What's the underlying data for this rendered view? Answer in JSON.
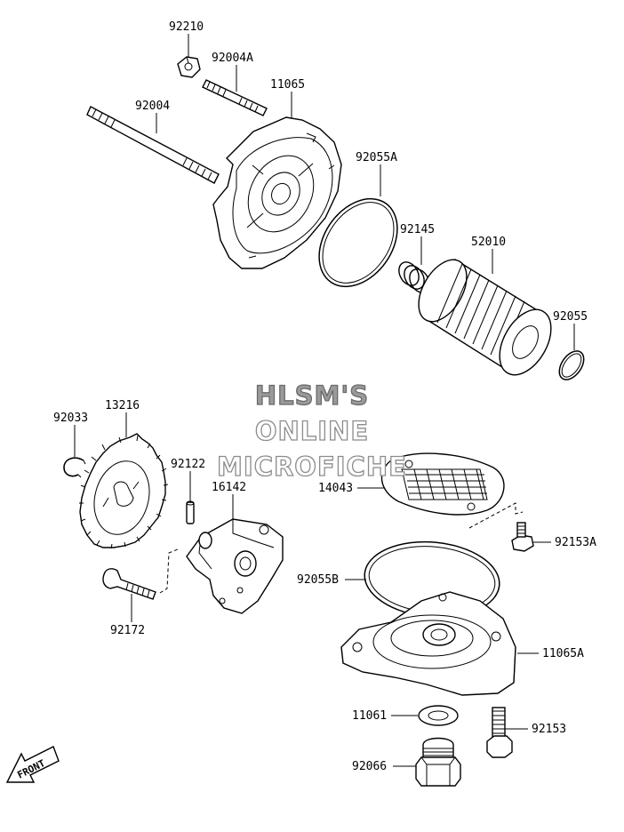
{
  "watermark": [
    "HLSM'S",
    "ONLINE",
    "MICROFICHE"
  ],
  "front_label": "FRONT",
  "parts": [
    {
      "id": "92210",
      "label": "92210"
    },
    {
      "id": "92004A",
      "label": "92004A"
    },
    {
      "id": "11065",
      "label": "11065"
    },
    {
      "id": "92004",
      "label": "92004"
    },
    {
      "id": "92055A",
      "label": "92055A"
    },
    {
      "id": "92145",
      "label": "92145"
    },
    {
      "id": "52010",
      "label": "52010"
    },
    {
      "id": "92055",
      "label": "92055"
    },
    {
      "id": "92033",
      "label": "92033"
    },
    {
      "id": "13216",
      "label": "13216"
    },
    {
      "id": "92122",
      "label": "92122"
    },
    {
      "id": "16142",
      "label": "16142"
    },
    {
      "id": "14043",
      "label": "14043"
    },
    {
      "id": "92153A",
      "label": "92153A"
    },
    {
      "id": "92055B",
      "label": "92055B"
    },
    {
      "id": "92172",
      "label": "92172"
    },
    {
      "id": "11065A",
      "label": "11065A"
    },
    {
      "id": "11061",
      "label": "11061"
    },
    {
      "id": "92153",
      "label": "92153"
    },
    {
      "id": "92066",
      "label": "92066"
    }
  ]
}
